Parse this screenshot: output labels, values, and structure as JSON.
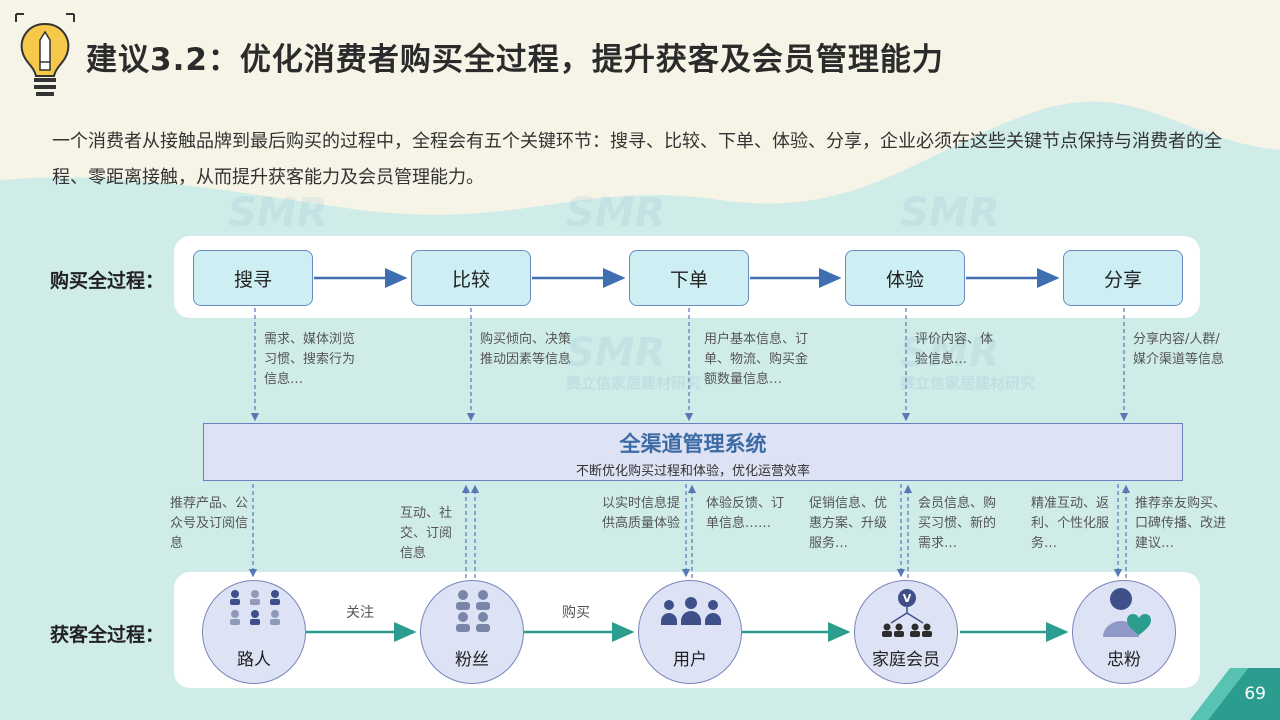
{
  "title": "建议3.2：优化消费者购买全过程，提升获客及会员管理能力",
  "intro": "一个消费者从接触品牌到最后购买的过程中，全程会有五个关键环节：搜寻、比较、下单、体验、分享，企业必须在这些关键节点保持与消费者的全程、零距离接触，从而提升获客能力及会员管理能力。",
  "watermark": {
    "logo": "SMR",
    "text": "赛立信家居建材研究"
  },
  "purchase_row": {
    "label": "购买全过程：",
    "steps": [
      "搜寻",
      "比较",
      "下单",
      "体验",
      "分享"
    ],
    "notes": [
      "需求、媒体浏览习惯、搜索行为信息…",
      "购买倾向、决策推动因素等信息",
      "用户基本信息、订单、物流、购买金额数量信息…",
      "评价内容、体验信息…",
      "分享内容/人群/媒介渠道等信息"
    ]
  },
  "system": {
    "title": "全渠道管理系统",
    "subtitle": "不断优化购买过程和体验，优化运营效率"
  },
  "feedback_notes": [
    "推荐产品、公众号及订阅信息",
    "互动、社交、订阅信息",
    "以实时信息提供高质量体验",
    "体验反馈、订单信息……",
    "促销信息、优惠方案、升级服务…",
    "会员信息、购买习惯、新的需求…",
    "精准互动、返利、个性化服务…",
    "推荐亲友购买、口碑传播、改进建议…"
  ],
  "acquisition_row": {
    "label": "获客全过程：",
    "stages": [
      {
        "label": "路人",
        "icon": "crowd-icon"
      },
      {
        "label": "粉丝",
        "icon": "group-icon"
      },
      {
        "label": "用户",
        "icon": "users-icon"
      },
      {
        "label": "家庭会员",
        "icon": "vip-family-icon"
      },
      {
        "label": "忠粉",
        "icon": "loyal-heart-icon"
      }
    ],
    "transitions": [
      "关注",
      "购买"
    ]
  },
  "page_number": "69",
  "colors": {
    "accent": "#2a9d8f",
    "arrow_blue": "#3f6fb0",
    "step_fill": "#cdeff3",
    "system_fill": "#dde3f4",
    "icon_navy": "#3f4f8a"
  }
}
